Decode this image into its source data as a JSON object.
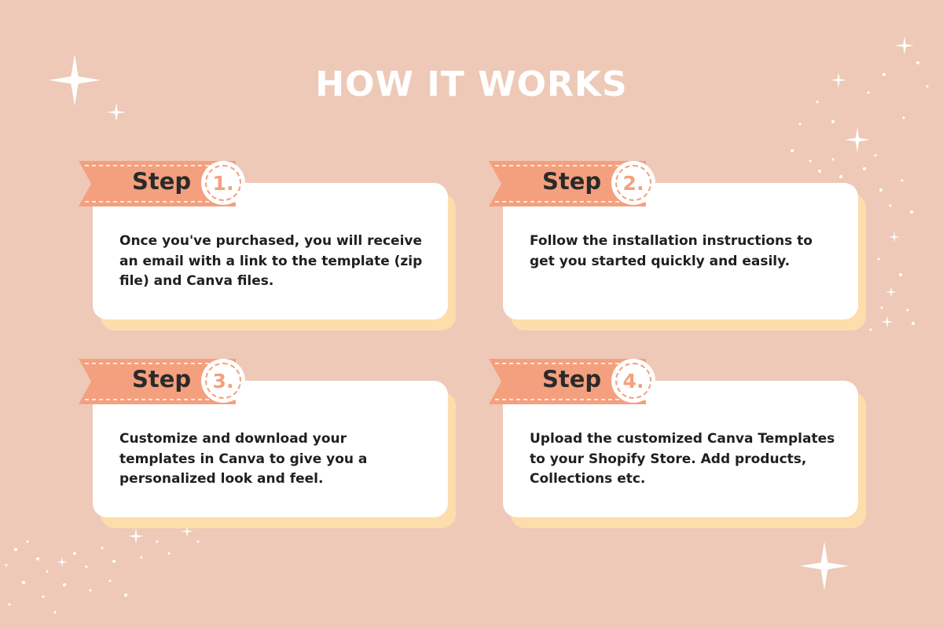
{
  "title": "HOW IT WORKS",
  "steps": [
    {
      "label": "Step",
      "number": "1.",
      "text": "Once you've purchased, you will receive an email with a link to the template (zip file) and Canva files."
    },
    {
      "label": "Step",
      "number": "2.",
      "text": "Follow the installation instructions to get you started quickly and easily."
    },
    {
      "label": "Step",
      "number": "3.",
      "text": "Customize and download your templates in Canva to give you a personalized look and feel."
    },
    {
      "label": "Step",
      "number": "4.",
      "text": "Upload the customized Canva Templates to your Shopify Store. Add products, Collections etc."
    }
  ],
  "colors": {
    "background": "#EEC9B8",
    "ribbon": "#F4A07E",
    "card_shadow": "#FDDDAB",
    "card": "#FFFFFF",
    "accent_number": "#F4A07E"
  },
  "icons": [
    "sparkle-icon",
    "ribbon-icon"
  ]
}
